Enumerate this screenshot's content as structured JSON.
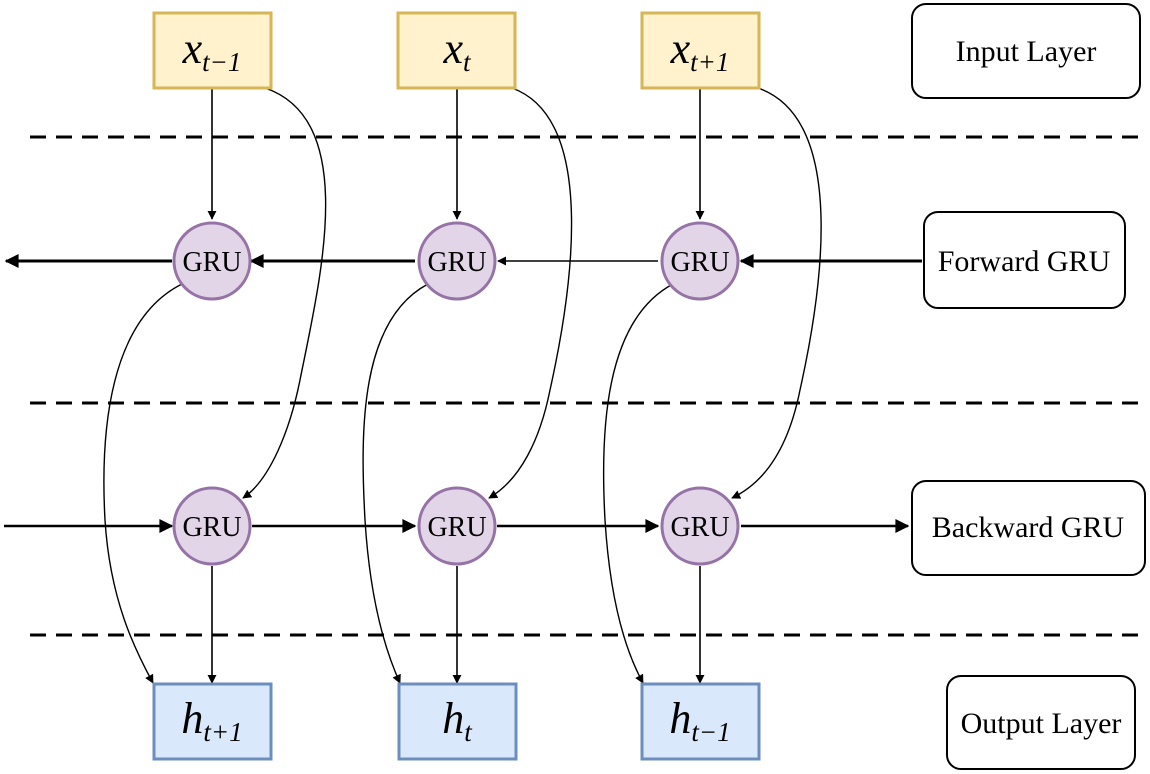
{
  "layers": {
    "input": "Input Layer",
    "forward": "Forward GRU",
    "backward": "Backward GRU",
    "output": "Output Layer"
  },
  "inputs": [
    {
      "base": "x",
      "sub": "t−1"
    },
    {
      "base": "x",
      "sub": "t"
    },
    {
      "base": "x",
      "sub": "t+1"
    }
  ],
  "outputs": [
    {
      "base": "h",
      "sub": "t+1"
    },
    {
      "base": "h",
      "sub": "t"
    },
    {
      "base": "h",
      "sub": "t−1"
    }
  ],
  "gru_label": "GRU",
  "colors": {
    "input_fill": "#fff2cc",
    "input_stroke": "#d6b656",
    "gru_fill": "#e1d5e7",
    "gru_stroke": "#9673a6",
    "output_fill": "#dae8fc",
    "output_stroke": "#6c8ebf",
    "line": "#000000"
  }
}
